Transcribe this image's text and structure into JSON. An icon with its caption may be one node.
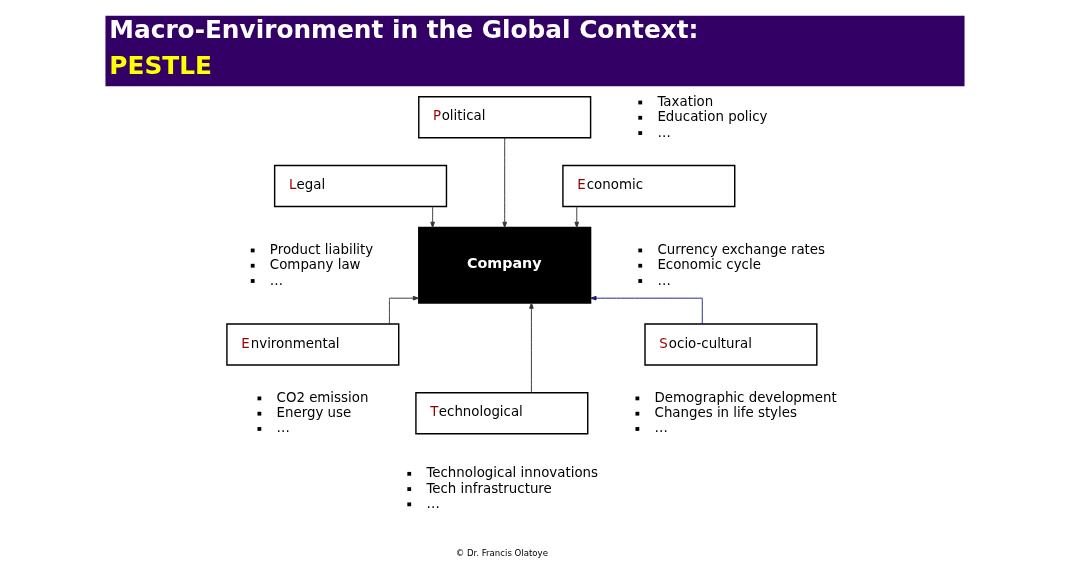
{
  "diagram": {
    "title": "Macro-Environment in the Global Context: PESTLE",
    "nodes": [
      {
        "text": [
          "Political"
        ],
        "beside": [
          "Taxation",
          "Education policy",
          "…"
        ]
      },
      {
        "text": [
          "Legal"
        ],
        "beside": [
          "Product liability",
          "Company law",
          "…"
        ]
      },
      {
        "text": [
          "Economic"
        ],
        "beside": [
          "Currency exchange rates",
          "Economic cycle",
          "…"
        ]
      },
      {
        "text": [
          "Company"
        ]
      },
      {
        "text": [
          "Environmental"
        ],
        "beside": [
          "CO2 emission",
          "Energy use",
          "…"
        ]
      },
      {
        "text": [
          "Socio-cultural"
        ],
        "beside": [
          "Demographic development",
          "Changes in life styles",
          "…"
        ]
      },
      {
        "text": [
          "Technological"
        ],
        "beside": [
          "Technological innovations",
          "Tech infrastructure",
          "…"
        ]
      }
    ],
    "edges": [
      {
        "from": 0,
        "to": 3,
        "arrow": "to"
      },
      {
        "from": 1,
        "to": 3,
        "arrow": "to"
      },
      {
        "from": 2,
        "to": 3,
        "arrow": "to"
      },
      {
        "from": 4,
        "to": 3,
        "arrow": "to"
      },
      {
        "from": 5,
        "to": 3,
        "arrow": "to",
        "color": "#1a1a80"
      },
      {
        "from": 6,
        "to": 3,
        "arrow": "to"
      }
    ],
    "labels": [
      "© Dr. Francis Olatoye"
    ]
  }
}
